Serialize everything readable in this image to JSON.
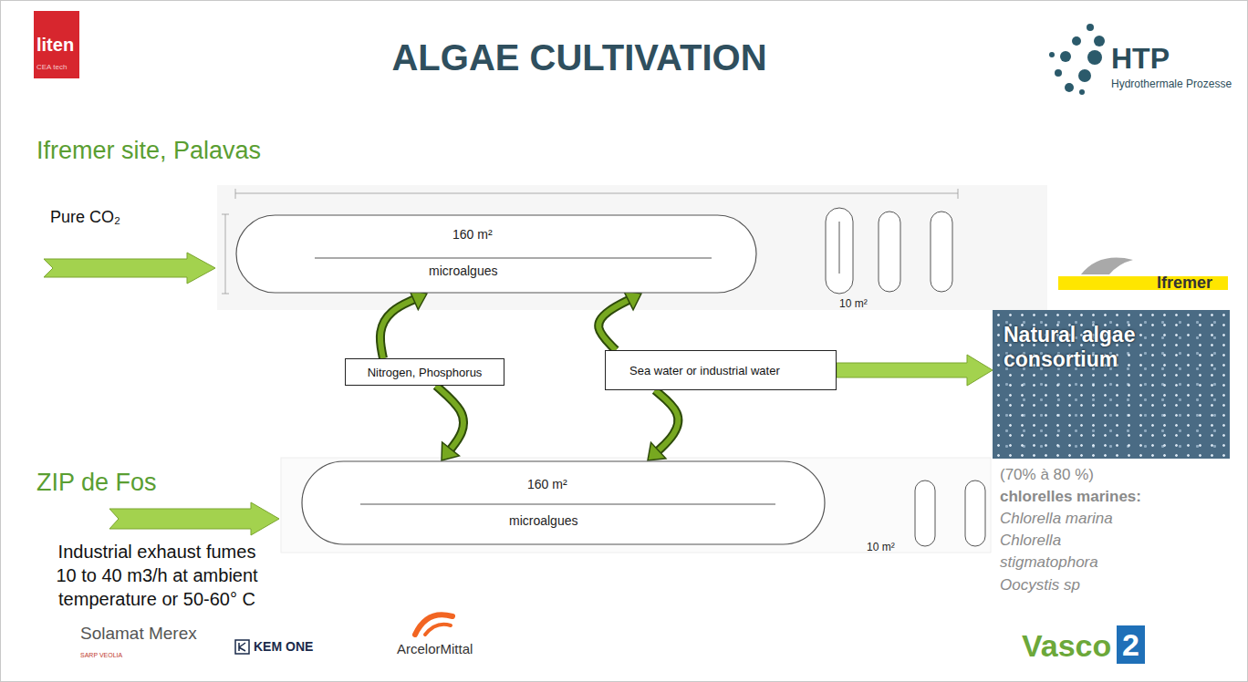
{
  "diagram": {
    "title": "ALGAE CULTIVATION",
    "nodes": [
      {
        "text": [
          "160 m²",
          "microalgues"
        ]
      },
      {
        "text": [
          "Nitrogen, Phosphorus"
        ]
      },
      {
        "text": [
          "Sea water or industrial water"
        ]
      },
      {
        "text": [
          "Natural algae consortium"
        ]
      },
      {
        "text": [
          "160 m²",
          "microalgues"
        ]
      }
    ],
    "edges": [
      {
        "from": 1,
        "to": 0,
        "arrow": "to"
      },
      {
        "from": 2,
        "to": 0,
        "arrow": "to"
      },
      {
        "from": 1,
        "to": 4,
        "arrow": "to"
      },
      {
        "from": 2,
        "to": 4,
        "arrow": "to"
      },
      {
        "from": 2,
        "to": 3,
        "arrow": "to"
      }
    ],
    "labels": [
      "liten",
      "CEA tech",
      "HTP",
      "Hydrothermale Prozesse",
      "Ifremer site, Palavas",
      "Pure CO₂",
      "10 m²",
      "Ifremer",
      "ZIP de Fos",
      "10 m²",
      "Industrial exhaust fumes 10 to 40 m3/h at ambient temperature or 50-60° C",
      "(70% à 80 %)",
      "chlorelles marines:",
      "Chlorella marina",
      "Chlorella stigmatophora",
      "Oocystis sp",
      "Solamat Merex",
      "SARP VEOLIA",
      "KEM ONE",
      "ArcelorMittal",
      "Vasco",
      "2"
    ]
  }
}
